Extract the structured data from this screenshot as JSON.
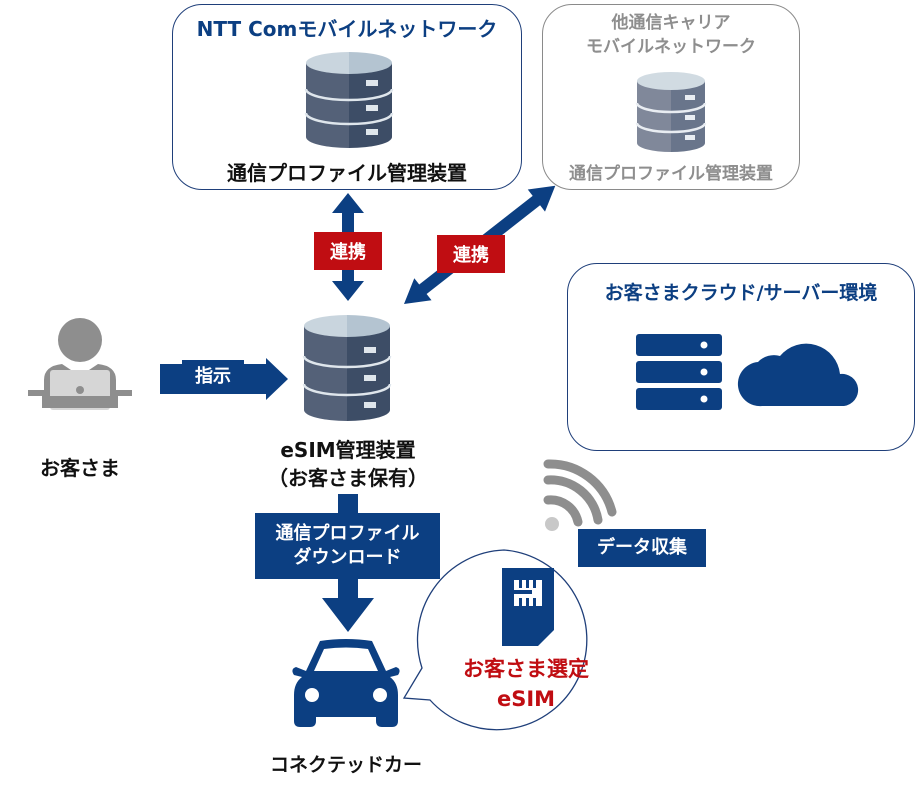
{
  "ntt_box": {
    "title": "NTT Comモバイルネットワーク",
    "device_label": "通信プロファイル管理装置"
  },
  "other_box": {
    "title_line1": "他通信キャリア",
    "title_line2": "モバイルネットワーク",
    "device_label": "通信プロファイル管理装置"
  },
  "cloud_box": {
    "title": "お客さまクラウド/サーバー環境"
  },
  "links": {
    "link_vertical": "連携",
    "link_diagonal": "連携",
    "instruct": "指示",
    "download_line1": "通信プロファイル",
    "download_line2": "ダウンロード",
    "data_collect": "データ収集"
  },
  "customer": {
    "label": "お客さま"
  },
  "esim_manager": {
    "label_line1": "eSIM管理装置",
    "label_line2": "（お客さま保有）"
  },
  "car": {
    "label": "コネクテッドカー"
  },
  "esim_bubble": {
    "line1": "お客さま選定",
    "line2": "eSIM"
  },
  "colors": {
    "navy": "#0c3f82",
    "red": "#c00d12",
    "grey": "#8e8e8e",
    "db_dark": "#3d4d66",
    "db_light": "#b9c9d6"
  }
}
